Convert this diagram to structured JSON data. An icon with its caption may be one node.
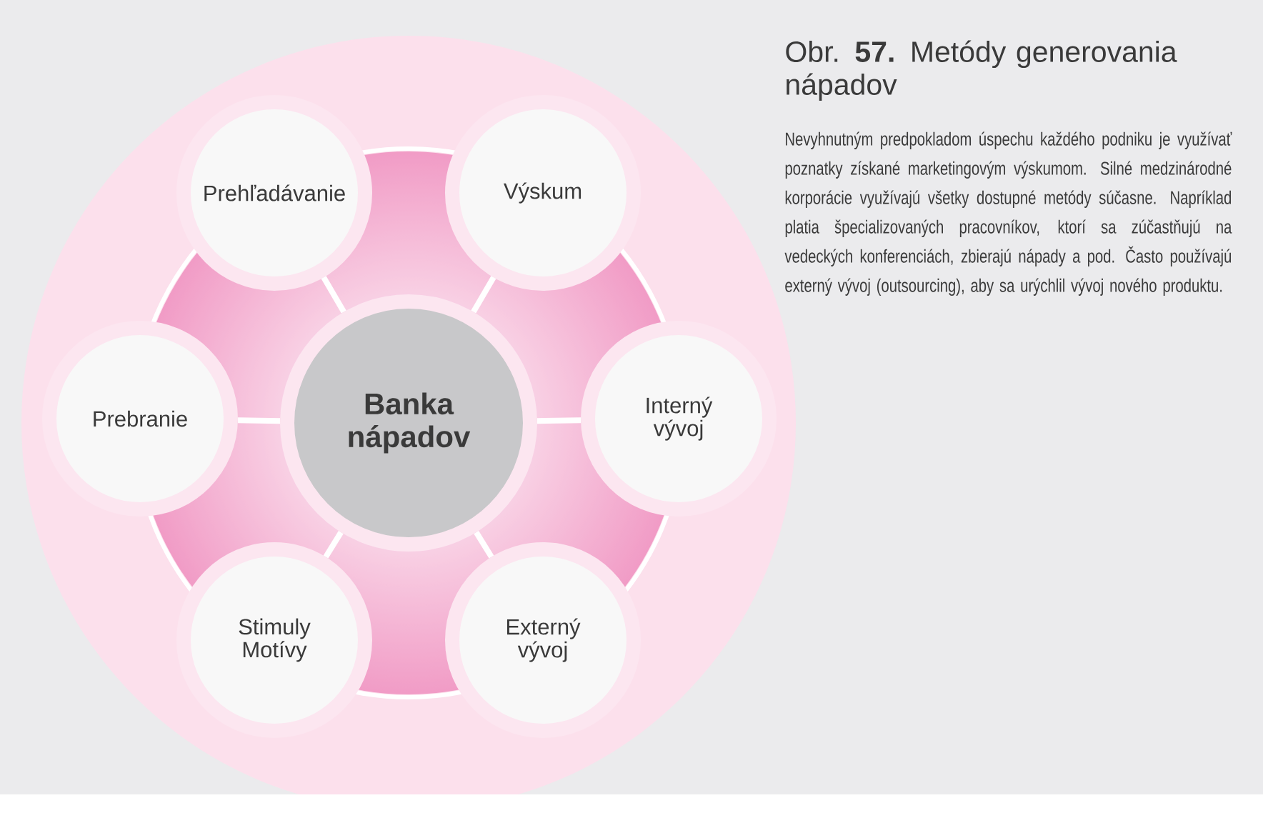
{
  "diagram": {
    "title": "Obr. **57.** Metódy generovania nápadov",
    "nodes": [
      {
        "text": [
          "Banka nápadov"
        ]
      },
      {
        "text": [
          "Prehľadávanie"
        ]
      },
      {
        "text": [
          "Výskum"
        ]
      },
      {
        "text": [
          "Prebranie"
        ]
      },
      {
        "text": [
          "Interný vývoj"
        ]
      },
      {
        "text": [
          "Stimuly Motívy"
        ]
      },
      {
        "text": [
          "Externý vývoj"
        ]
      }
    ],
    "edges": [
      {
        "from": 0,
        "to": 1,
        "arrow": "none"
      },
      {
        "from": 0,
        "to": 2,
        "arrow": "none"
      },
      {
        "from": 0,
        "to": 3,
        "arrow": "none"
      },
      {
        "from": 0,
        "to": 4,
        "arrow": "none"
      },
      {
        "from": 0,
        "to": 5,
        "arrow": "none"
      },
      {
        "from": 0,
        "to": 6,
        "arrow": "none"
      }
    ],
    "labels": [
      "Nevyhnutným predpokladom úspechu každého podniku je využívať poznatky získané marketingovým výskumom. Silné medzinárodné korporácie využívajú všetky dostupné metódy súčasne. Napríklad platia špecializovaných pracovníkov, ktorí sa zúčastňujú na vedeckých konferenciách, zbierajú nápady a pod. Často používajú externý vývoj (outsourcing), aby sa urýchlil vývoj nového produktu."
    ]
  }
}
